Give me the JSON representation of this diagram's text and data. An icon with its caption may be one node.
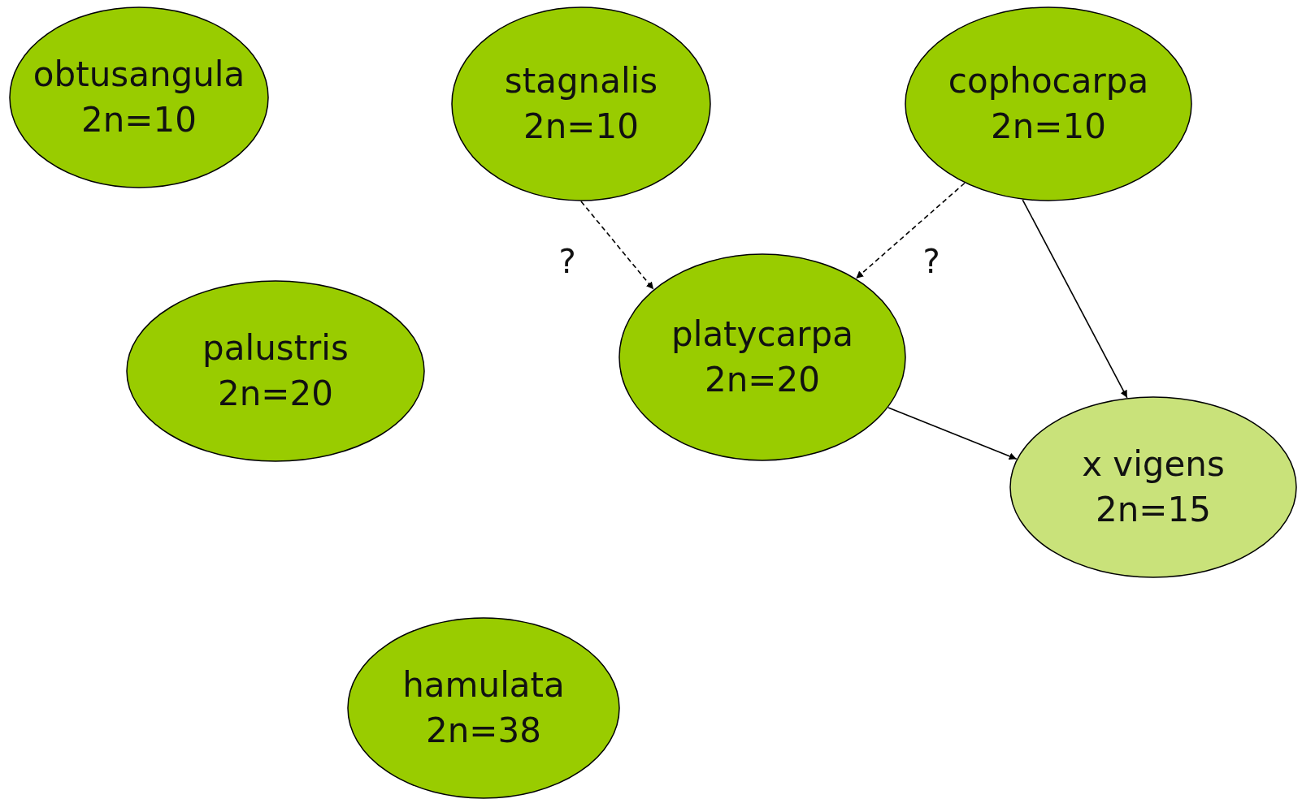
{
  "diagram": {
    "nodes": [
      {
        "text": [
          "obtusangula",
          "2n=10"
        ]
      },
      {
        "text": [
          "stagnalis",
          "2n=10"
        ]
      },
      {
        "text": [
          "cophocarpa",
          "2n=10"
        ]
      },
      {
        "text": [
          "palustris",
          "2n=20"
        ]
      },
      {
        "text": [
          "platycarpa",
          "2n=20"
        ]
      },
      {
        "text": [
          "x vigens",
          "2n=15"
        ]
      },
      {
        "text": [
          "hamulata",
          "2n=38"
        ]
      }
    ],
    "edges": [
      {
        "from": 1,
        "to": 4,
        "arrow": "to",
        "style": "dashed",
        "label": "?"
      },
      {
        "from": 2,
        "to": 4,
        "arrow": "to",
        "style": "dashed",
        "label": "?"
      },
      {
        "from": 2,
        "to": 5,
        "arrow": "to"
      },
      {
        "from": 4,
        "to": 5,
        "arrow": "to"
      }
    ]
  }
}
